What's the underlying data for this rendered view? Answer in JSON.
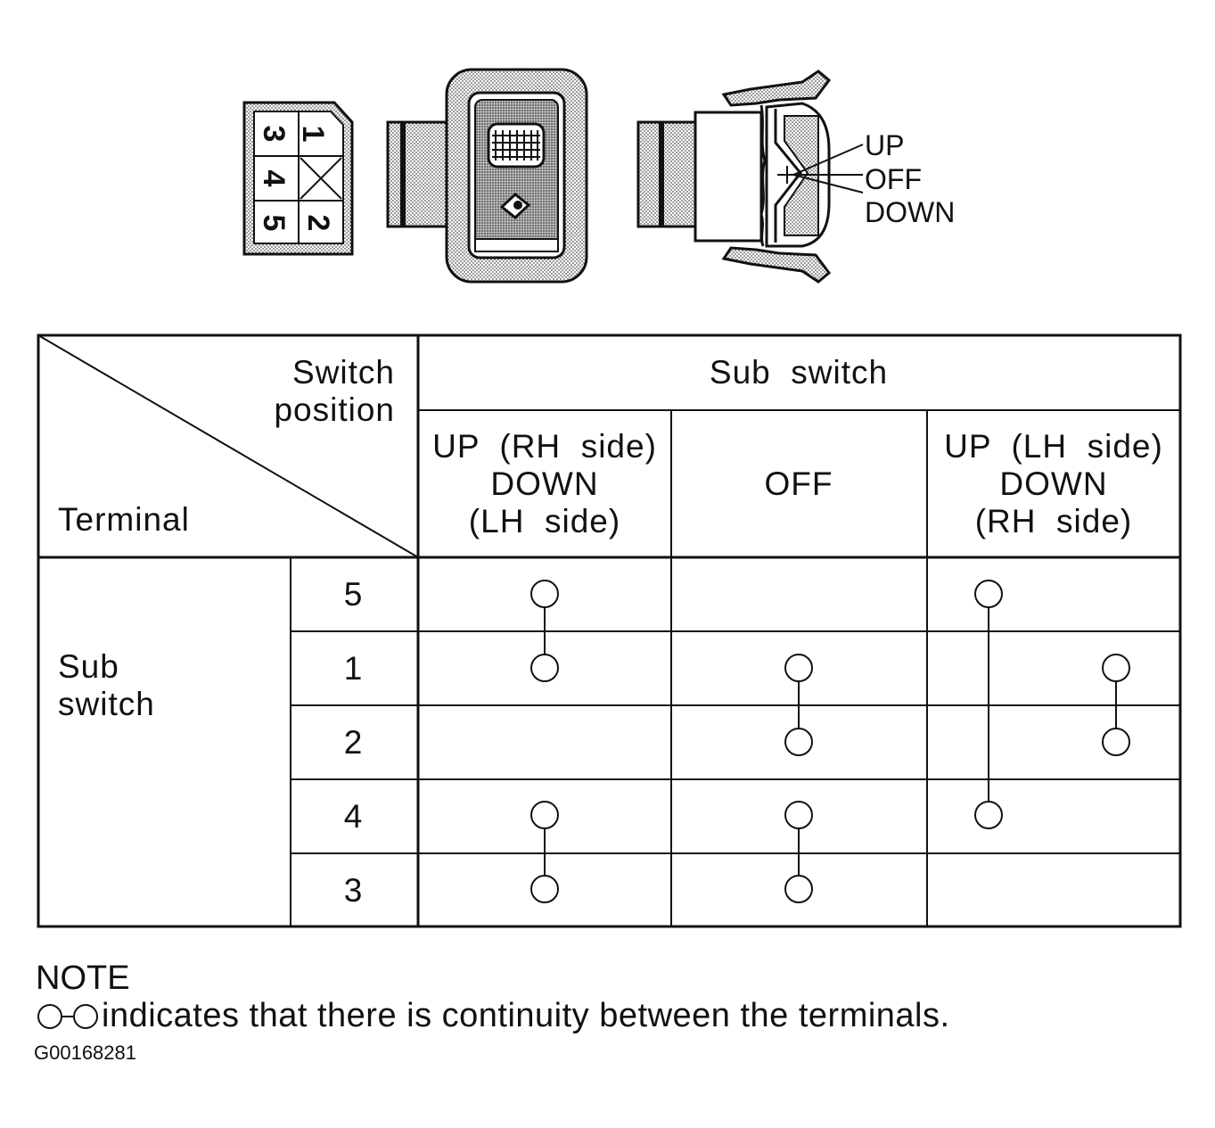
{
  "connector": {
    "pins": [
      {
        "id": "1",
        "label": "1"
      },
      {
        "id": "2",
        "label": "2"
      },
      {
        "id": "3",
        "label": "3"
      },
      {
        "id": "4",
        "label": "4"
      },
      {
        "id": "5",
        "label": "5"
      }
    ]
  },
  "switch_side": {
    "positions": [
      "UP",
      "OFF",
      "DOWN"
    ]
  },
  "table": {
    "corner_top": [
      "Switch",
      "position"
    ],
    "corner_bottom": "Terminal",
    "group_header": "Sub  switch",
    "columns": [
      {
        "lines": [
          "UP  (RH  side)",
          "DOWN",
          "(LH  side)"
        ]
      },
      {
        "lines": [
          "OFF"
        ]
      },
      {
        "lines": [
          "UP  (LH  side)",
          "DOWN",
          "(RH  side)"
        ]
      }
    ],
    "row_group": [
      "Sub",
      "switch"
    ],
    "rows": [
      "5",
      "1",
      "2",
      "4",
      "3"
    ],
    "continuity": [
      {
        "column": 0,
        "links": [
          [
            "5",
            "1"
          ],
          [
            "4",
            "3"
          ]
        ]
      },
      {
        "column": 1,
        "links": [
          [
            "1",
            "2"
          ],
          [
            "4",
            "3"
          ]
        ]
      },
      {
        "column": 2,
        "links": [
          [
            "5",
            "4"
          ],
          [
            "1",
            "2"
          ]
        ]
      }
    ]
  },
  "note": {
    "title": "NOTE",
    "text": "indicates that there is continuity between the terminals."
  },
  "figure_id": "G00168281"
}
